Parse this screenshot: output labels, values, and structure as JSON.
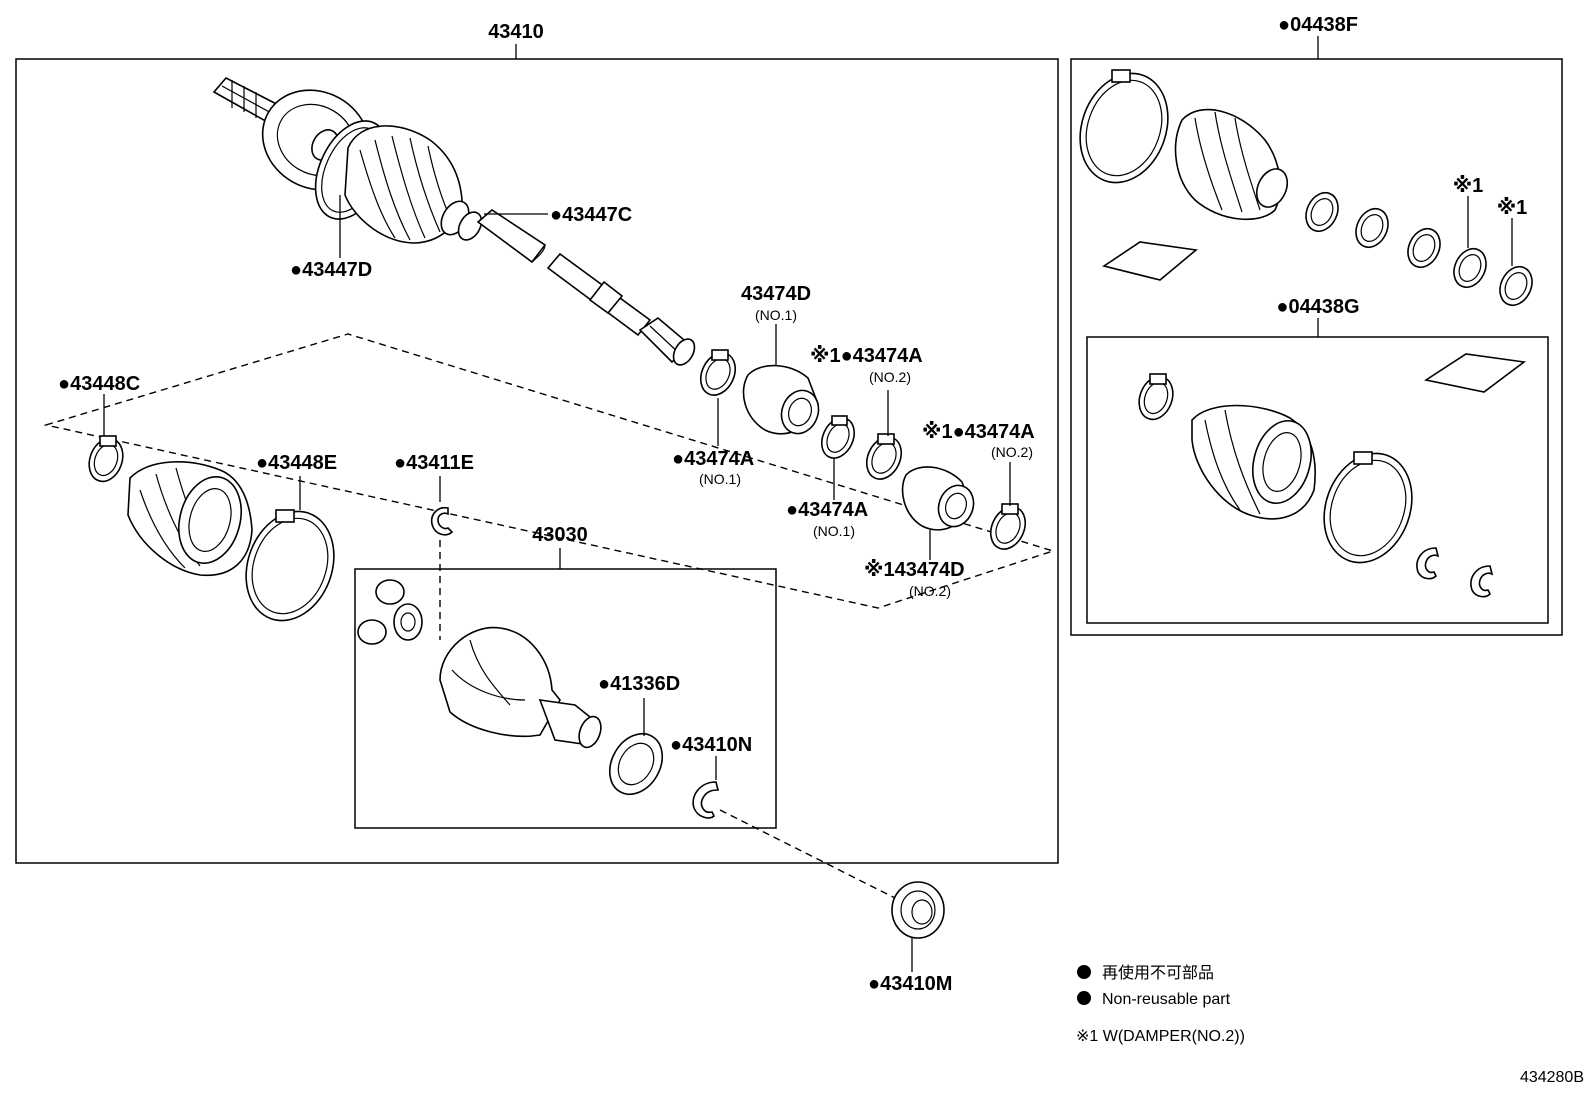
{
  "labels": {
    "assy_main": "43410",
    "kit_f": "●04438F",
    "kit_g": "●04438G",
    "boot_clamp_c": "●43447C",
    "boot_clamp_d": "●43447D",
    "damper_d1": "43474D",
    "damper_d1_sub": "(NO.1)",
    "damper_a2_top": "※1●43474A",
    "damper_a2_top_sub": "(NO.2)",
    "clamp_a1": "●43474A",
    "clamp_a1_sub": "(NO.1)",
    "clamp_a2_right": "※1●43474A",
    "clamp_a2_right_sub": "(NO.2)",
    "clamp_a1_low": "●43474A",
    "clamp_a1_low_sub": "(NO.1)",
    "damper_d2": "※143474D",
    "damper_d2_sub": "(NO.2)",
    "clamp_448c": "●43448C",
    "clamp_448e": "●43448E",
    "snap_411e": "●43411E",
    "inboard_joint": "43030",
    "seal_41336d": "●41336D",
    "snap_43410n": "●43410N",
    "bearing_43410m": "●43410M",
    "note_1": "※1",
    "note_2": "※1",
    "doc_no": "434280B"
  },
  "legend": {
    "jp": "再使用不可部品",
    "en": "Non-reusable part",
    "note": "※1 W(DAMPER(NO.2))"
  }
}
